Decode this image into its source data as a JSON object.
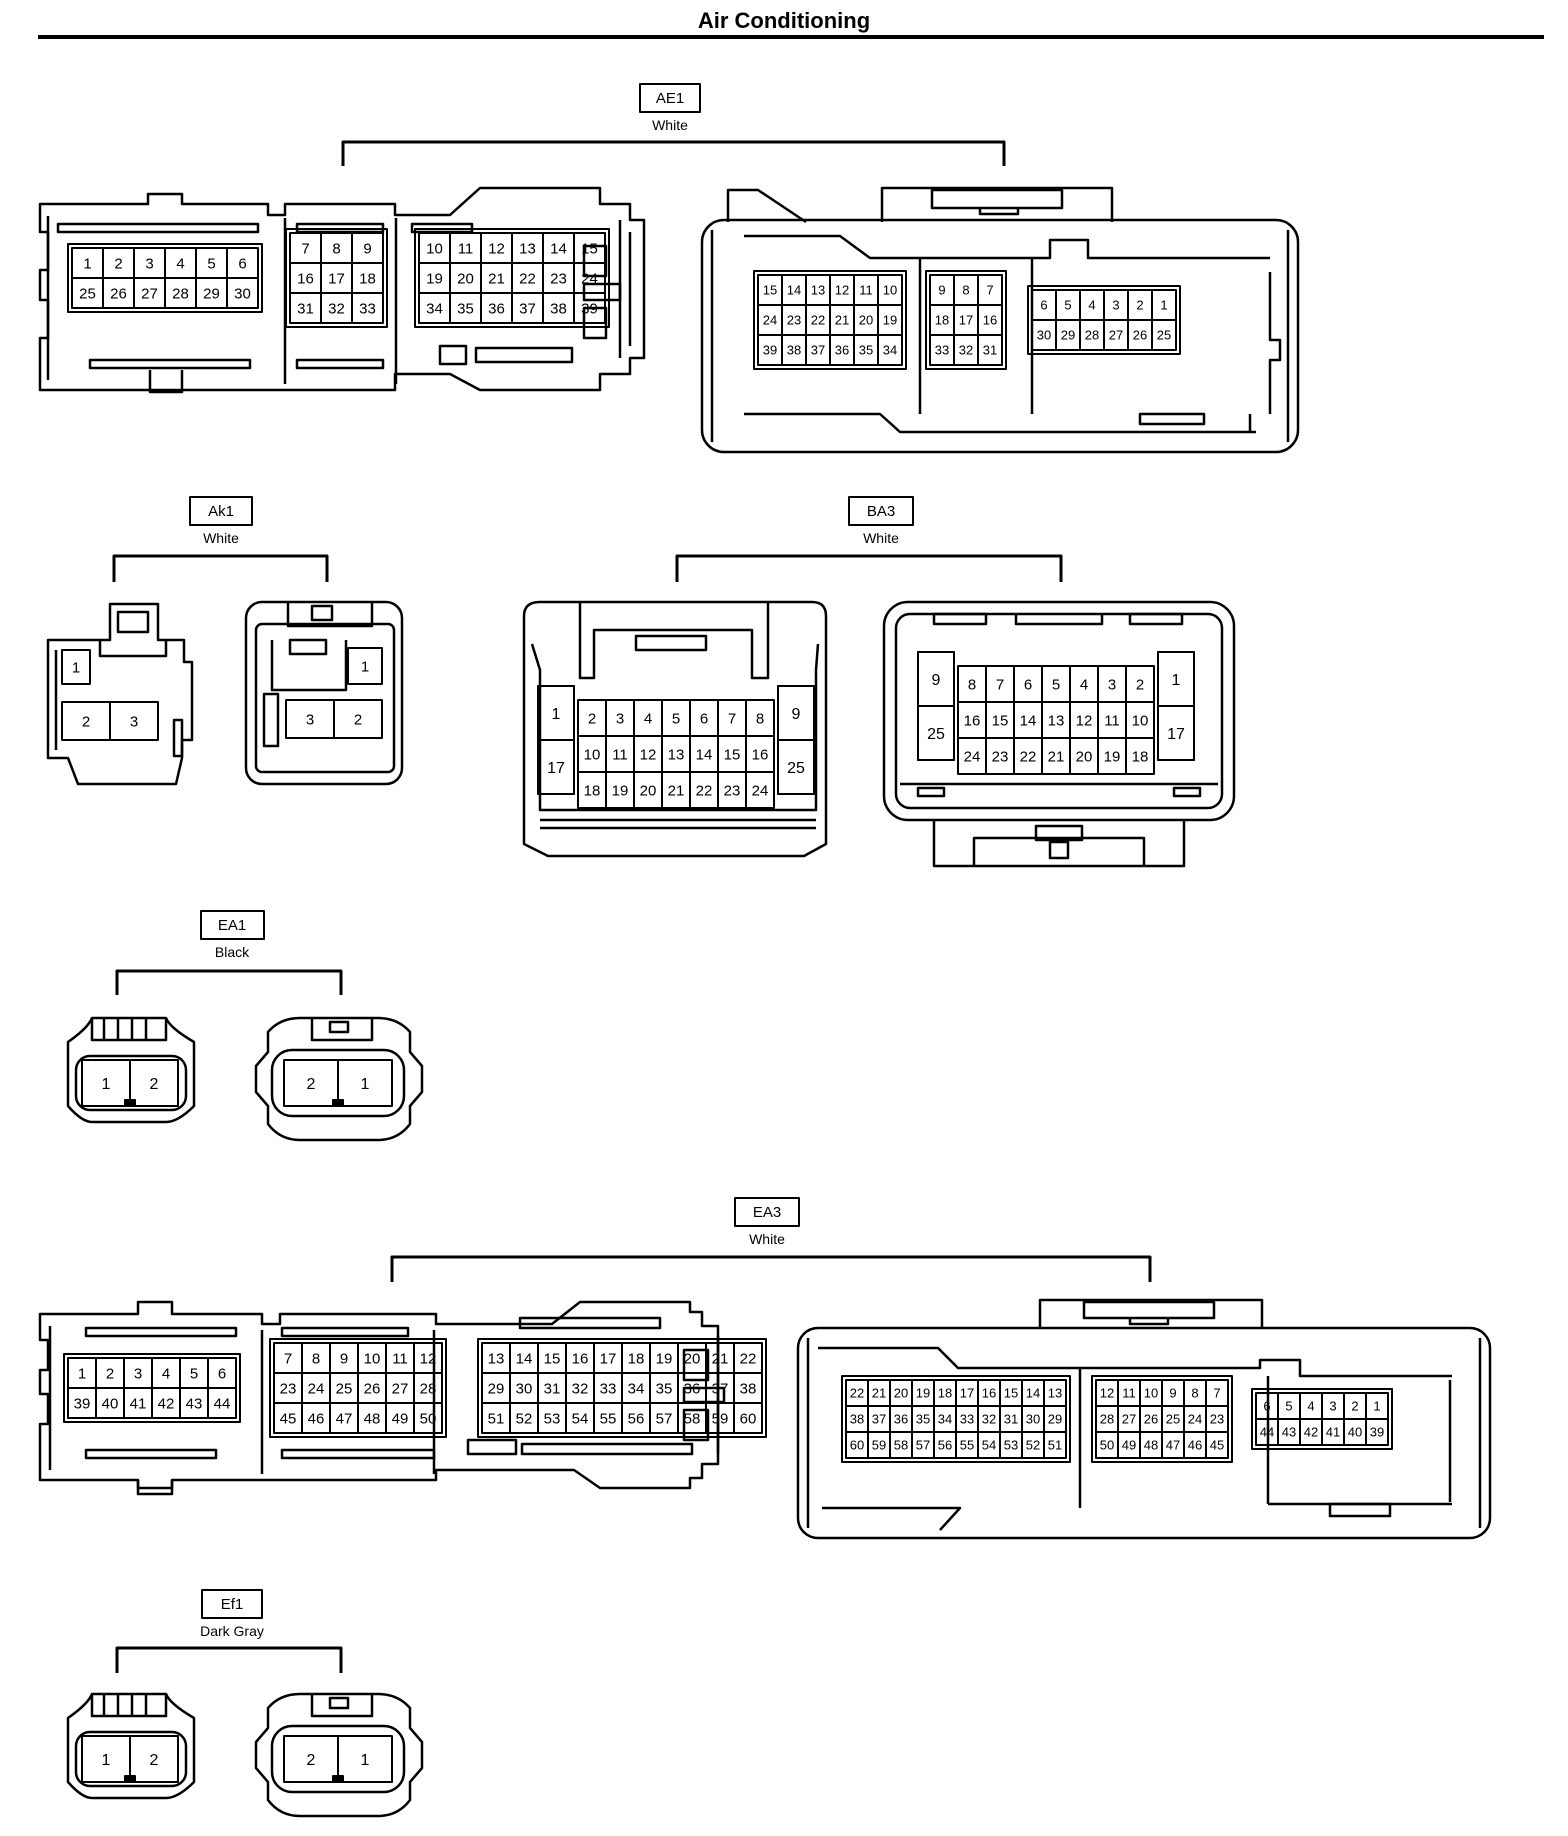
{
  "title": "Air Conditioning",
  "connectors": [
    {
      "id": "AE1",
      "color": "White"
    },
    {
      "id": "Ak1",
      "color": "White"
    },
    {
      "id": "BA3",
      "color": "White"
    },
    {
      "id": "EA1",
      "color": "Black"
    },
    {
      "id": "EA3",
      "color": "White"
    },
    {
      "id": "Ef1",
      "color": "Dark Gray"
    }
  ],
  "views": {
    "ae1_left": [
      [
        [
          "1",
          "2",
          "3",
          "4",
          "5",
          "6"
        ],
        [
          "25",
          "26",
          "27",
          "28",
          "29",
          "30"
        ]
      ],
      [
        [
          "7",
          "8",
          "9"
        ],
        [
          "16",
          "17",
          "18"
        ],
        [
          "31",
          "32",
          "33"
        ]
      ],
      [
        [
          "10",
          "11",
          "12",
          "13",
          "14",
          "15"
        ],
        [
          "19",
          "20",
          "21",
          "22",
          "23",
          "24"
        ],
        [
          "34",
          "35",
          "36",
          "37",
          "38",
          "39"
        ]
      ]
    ],
    "ae1_right": [
      [
        [
          "15",
          "14",
          "13",
          "12",
          "11",
          "10"
        ],
        [
          "24",
          "23",
          "22",
          "21",
          "20",
          "19"
        ],
        [
          "39",
          "38",
          "37",
          "36",
          "35",
          "34"
        ]
      ],
      [
        [
          "9",
          "8",
          "7"
        ],
        [
          "18",
          "17",
          "16"
        ],
        [
          "33",
          "32",
          "31"
        ]
      ],
      [
        [
          "6",
          "5",
          "4",
          "3",
          "2",
          "1"
        ],
        [
          "30",
          "29",
          "28",
          "27",
          "26",
          "25"
        ]
      ]
    ],
    "ak1_left": [
      "1",
      "2",
      "3"
    ],
    "ak1_right": [
      "1",
      "3",
      "2"
    ],
    "ba3_left": {
      "left": [
        "1",
        "17"
      ],
      "rows": [
        [
          "2",
          "3",
          "4",
          "5",
          "6",
          "7",
          "8"
        ],
        [
          "10",
          "11",
          "12",
          "13",
          "14",
          "15",
          "16"
        ],
        [
          "18",
          "19",
          "20",
          "21",
          "22",
          "23",
          "24"
        ]
      ],
      "right": [
        "9",
        "25"
      ]
    },
    "ba3_right": {
      "left": [
        "9",
        "25"
      ],
      "rows": [
        [
          "8",
          "7",
          "6",
          "5",
          "4",
          "3",
          "2"
        ],
        [
          "16",
          "15",
          "14",
          "13",
          "12",
          "11",
          "10"
        ],
        [
          "24",
          "23",
          "22",
          "21",
          "20",
          "19",
          "18"
        ]
      ],
      "right": [
        "1",
        "17"
      ]
    },
    "ea1_left": [
      "1",
      "2"
    ],
    "ea1_right": [
      "2",
      "1"
    ],
    "ea3_left": [
      [
        [
          "1",
          "2",
          "3",
          "4",
          "5",
          "6"
        ],
        [
          "39",
          "40",
          "41",
          "42",
          "43",
          "44"
        ]
      ],
      [
        [
          "7",
          "8",
          "9",
          "10",
          "11",
          "12"
        ],
        [
          "23",
          "24",
          "25",
          "26",
          "27",
          "28"
        ],
        [
          "45",
          "46",
          "47",
          "48",
          "49",
          "50"
        ]
      ],
      [
        [
          "13",
          "14",
          "15",
          "16",
          "17",
          "18",
          "19",
          "20",
          "21",
          "22"
        ],
        [
          "29",
          "30",
          "31",
          "32",
          "33",
          "34",
          "35",
          "36",
          "37",
          "38"
        ],
        [
          "51",
          "52",
          "53",
          "54",
          "55",
          "56",
          "57",
          "58",
          "59",
          "60"
        ]
      ]
    ],
    "ea3_right": [
      [
        [
          "22",
          "21",
          "20",
          "19",
          "18",
          "17",
          "16",
          "15",
          "14",
          "13"
        ],
        [
          "38",
          "37",
          "36",
          "35",
          "34",
          "33",
          "32",
          "31",
          "30",
          "29"
        ],
        [
          "60",
          "59",
          "58",
          "57",
          "56",
          "55",
          "54",
          "53",
          "52",
          "51"
        ]
      ],
      [
        [
          "12",
          "11",
          "10",
          "9",
          "8",
          "7"
        ],
        [
          "28",
          "27",
          "26",
          "25",
          "24",
          "23"
        ],
        [
          "50",
          "49",
          "48",
          "47",
          "46",
          "45"
        ]
      ],
      [
        [
          "6",
          "5",
          "4",
          "3",
          "2",
          "1"
        ],
        [
          "44",
          "43",
          "42",
          "41",
          "40",
          "39"
        ]
      ]
    ],
    "ef1_left": [
      "1",
      "2"
    ],
    "ef1_right": [
      "2",
      "1"
    ]
  }
}
